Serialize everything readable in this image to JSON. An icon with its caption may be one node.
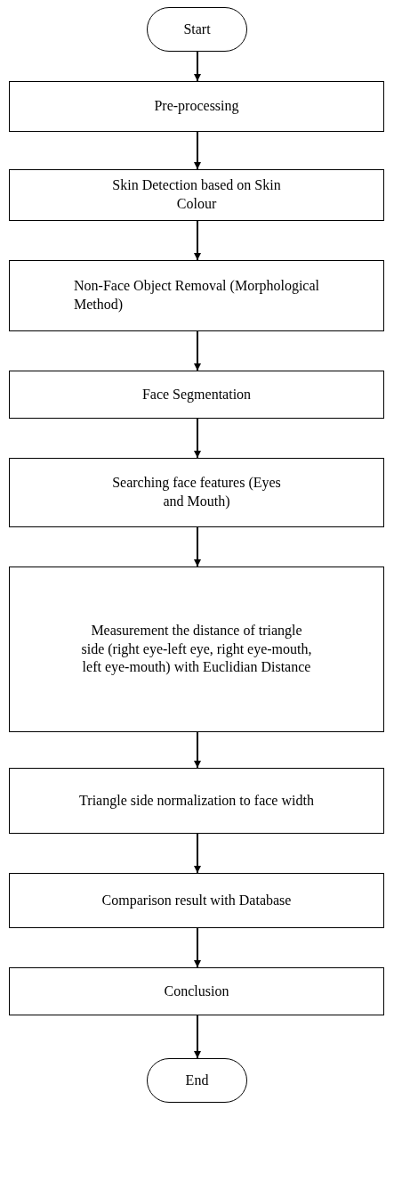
{
  "diagram": {
    "nodes": [
      {
        "text": [
          "Start"
        ]
      },
      {
        "text": [
          "Pre-processing"
        ]
      },
      {
        "text": [
          "Skin Detection based on Skin Colour"
        ]
      },
      {
        "text": [
          "Non-Face Object Removal (Morphological Method)"
        ]
      },
      {
        "text": [
          "Face Segmentation"
        ]
      },
      {
        "text": [
          "Searching face features (Eyes and Mouth)"
        ]
      },
      {
        "text": [
          "Measurement the distance of triangle side (right eye-left eye, right eye-mouth, left eye-mouth) with Euclidian Distance"
        ]
      },
      {
        "text": [
          "Triangle side normalization to face width"
        ]
      },
      {
        "text": [
          "Comparison result with Database"
        ]
      },
      {
        "text": [
          "Conclusion"
        ]
      },
      {
        "text": [
          "End"
        ]
      }
    ],
    "edges": [
      {
        "from": 0,
        "to": 1,
        "arrow": "to"
      },
      {
        "from": 1,
        "to": 2,
        "arrow": "to"
      },
      {
        "from": 2,
        "to": 3,
        "arrow": "to"
      },
      {
        "from": 3,
        "to": 4,
        "arrow": "to"
      },
      {
        "from": 4,
        "to": 5,
        "arrow": "to"
      },
      {
        "from": 5,
        "to": 6,
        "arrow": "to"
      },
      {
        "from": 6,
        "to": 7,
        "arrow": "to"
      },
      {
        "from": 7,
        "to": 8,
        "arrow": "to"
      },
      {
        "from": 8,
        "to": 9,
        "arrow": "to"
      },
      {
        "from": 9,
        "to": 10,
        "arrow": "to"
      }
    ]
  }
}
